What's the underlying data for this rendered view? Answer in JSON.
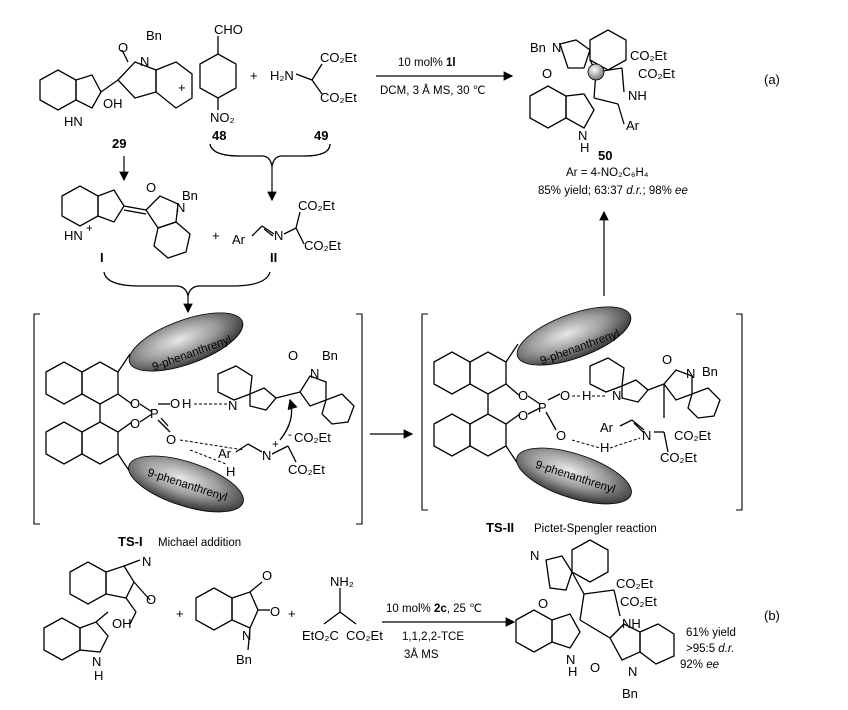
{
  "panel_a": {
    "tag": "(a)",
    "reagent_top": "10 mol% ",
    "reagent_top_cat": "1l",
    "reagent_bottom": "DCM, 3 Å MS, 30 ℃",
    "compound_29": "29",
    "compound_48": "48",
    "compound_49": "49",
    "compound_50": "50",
    "ar_def": "Ar = 4-NO₂C₆H₄",
    "result_yield": "85% yield; 63:37 ",
    "result_dr": "d.r.",
    "result_ee": "; 98% ",
    "result_ee_it": "ee",
    "int_I": "I",
    "int_II": "II",
    "plus": "+",
    "atoms": {
      "bn": "Bn",
      "o": "O",
      "n": "N",
      "oh": "OH",
      "hn": "HN",
      "h": "H",
      "nh": "NH",
      "cho": "CHO",
      "no2": "NO₂",
      "h2n": "H₂N",
      "co2et": "CO₂Et",
      "ar": "Ar",
      "hnplus": "HN",
      "p": "P",
      "nplus": "N"
    }
  },
  "ts": {
    "ts1_label": "TS-I",
    "ts1_desc": "Michael addition",
    "ts2_label": "TS-II",
    "ts2_desc": "Pictet-Spengler reaction",
    "phen": "9-phenanthrenyl"
  },
  "panel_b": {
    "tag": "(b)",
    "reagent_top": "10 mol% ",
    "reagent_top_cat": "2c",
    "reagent_top_2": ", 25 ℃",
    "solvent": "1,1,2,2-TCE",
    "ms": "3Å MS",
    "yield": "61% yield",
    "dr": ">95:5 ",
    "dr_it": "d.r.",
    "ee": "92% ",
    "ee_it": "ee",
    "nh2": "NH₂",
    "eto2c": "EtO₂C"
  }
}
